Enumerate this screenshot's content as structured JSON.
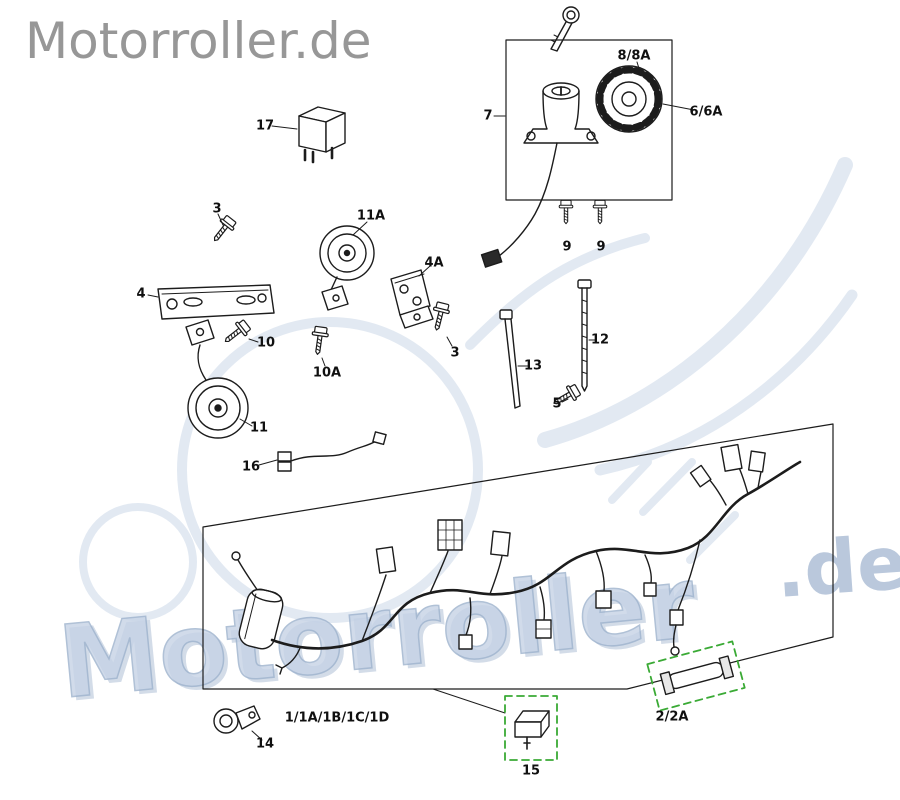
{
  "logo": {
    "text": "Motorroller.de"
  },
  "watermark": {
    "main": "Motorroller",
    "suffix": ".de"
  },
  "colors": {
    "watermark_blue": "#b7c6db",
    "highlight_green": "#3aaa35",
    "line_black": "#1c1c1c",
    "logo_gray": "#979797"
  },
  "part_labels": [
    {
      "text": "17"
    },
    {
      "text": "7"
    },
    {
      "text": "8/8A"
    },
    {
      "text": "6/6A"
    },
    {
      "text": "3"
    },
    {
      "text": "11A"
    },
    {
      "text": "4A"
    },
    {
      "text": "4"
    },
    {
      "text": "10"
    },
    {
      "text": "10A"
    },
    {
      "text": "3"
    },
    {
      "text": "9"
    },
    {
      "text": "9"
    },
    {
      "text": "12"
    },
    {
      "text": "13"
    },
    {
      "text": "5"
    },
    {
      "text": "11"
    },
    {
      "text": "16"
    },
    {
      "text": "1/1A/1B/1C/1D"
    },
    {
      "text": "15"
    },
    {
      "text": "2/2A"
    },
    {
      "text": "14"
    }
  ]
}
